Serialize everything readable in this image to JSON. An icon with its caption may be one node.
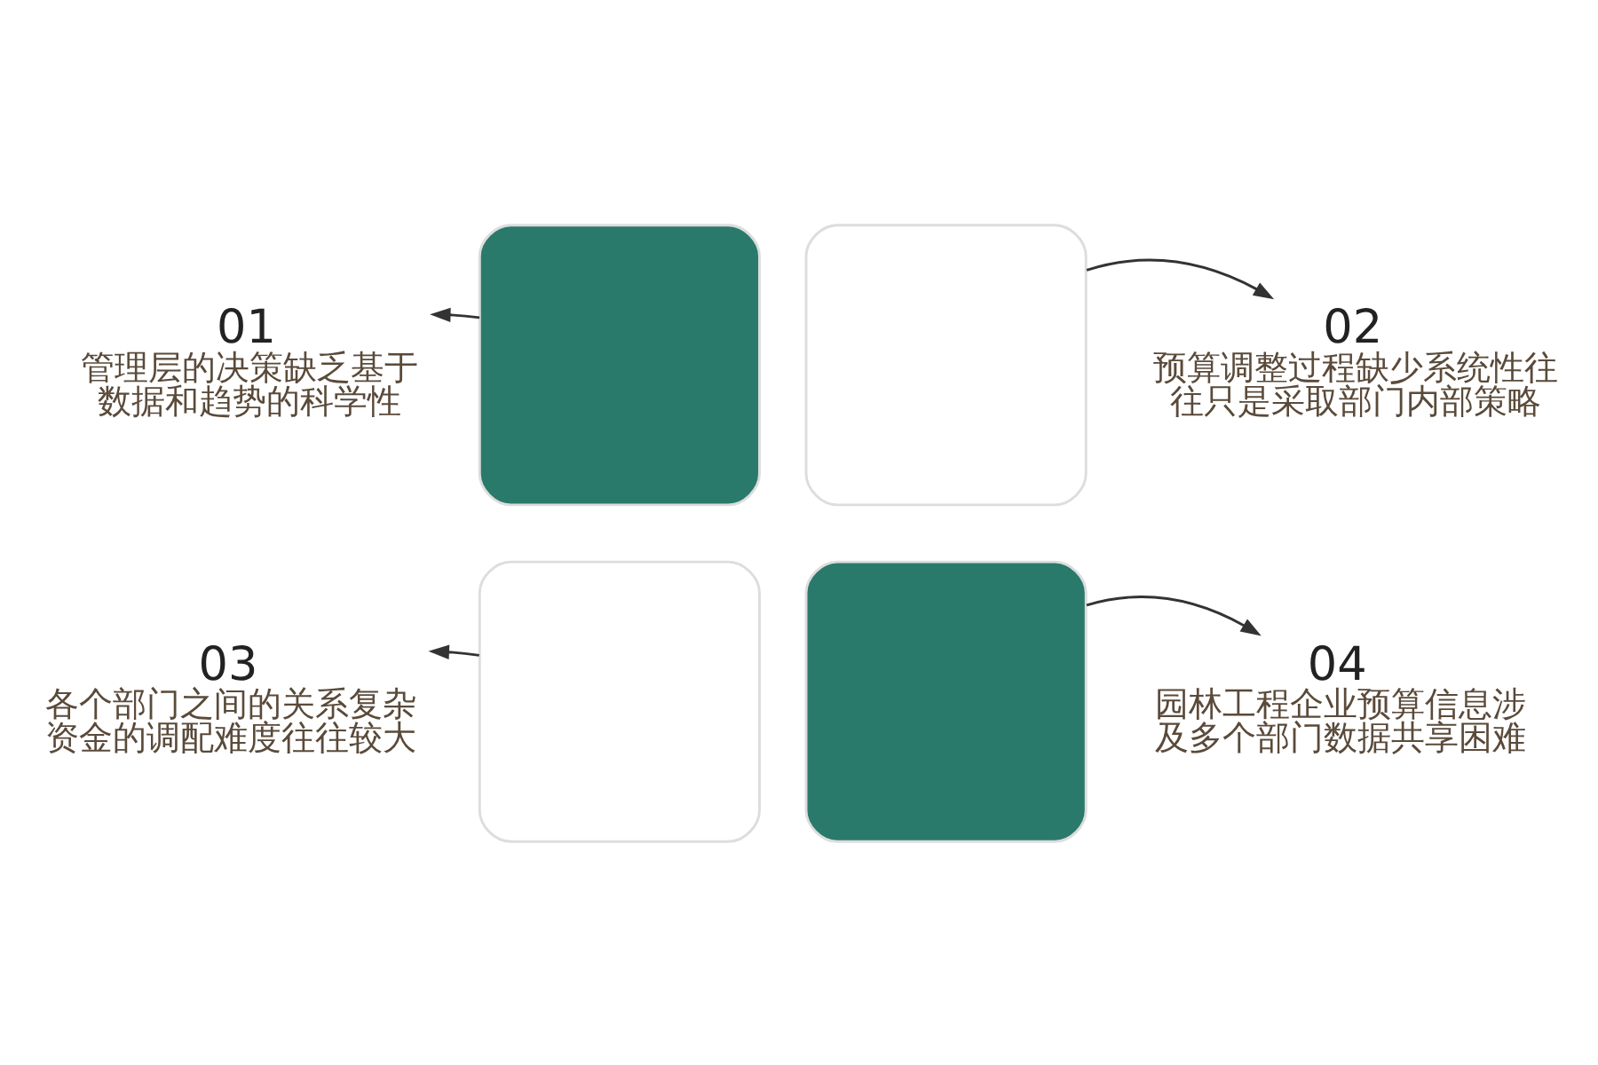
{
  "diagram": {
    "nodes": [
      {
        "text": [
          "01",
          "管理层的决策缺乏基于数据和趋势的科学性"
        ]
      },
      {
        "text": [],
        "shape": "box"
      },
      {
        "text": [],
        "shape": "box"
      },
      {
        "text": [
          "02",
          "预算调整过程缺少系统性往往只是采取部门内部策略"
        ]
      },
      {
        "text": [
          "03",
          "各个部门之间的关系复杂资金的调配难度往往较大"
        ]
      },
      {
        "text": [],
        "shape": "box"
      },
      {
        "text": [],
        "shape": "box"
      },
      {
        "text": [
          "04",
          "园林工程企业预算信息涉及多个部门数据共享困难"
        ]
      }
    ],
    "edges": [
      {
        "from": 1,
        "to": 0,
        "arrow": "to"
      },
      {
        "from": 2,
        "to": 3,
        "arrow": "to"
      },
      {
        "from": 5,
        "to": 4,
        "arrow": "to"
      },
      {
        "from": 6,
        "to": 7,
        "arrow": "to"
      }
    ]
  }
}
